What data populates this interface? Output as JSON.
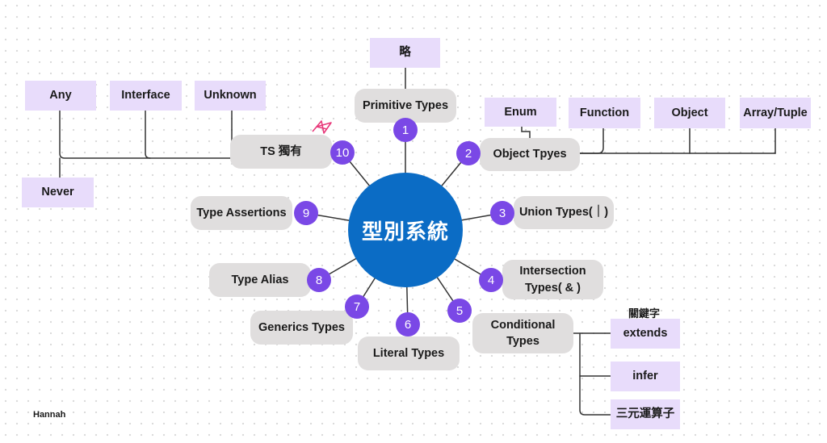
{
  "center": {
    "title": "型別系統"
  },
  "branches": [
    {
      "num": "1",
      "label": "Primitive Types"
    },
    {
      "num": "2",
      "label": "Object Tpyes"
    },
    {
      "num": "3",
      "label": "Union Types(｜)"
    },
    {
      "num": "4",
      "label_line1": "Intersection",
      "label_line2": "Types( & )"
    },
    {
      "num": "5",
      "label_line1": "Conditional",
      "label_line2": "Types"
    },
    {
      "num": "6",
      "label": "Literal Types"
    },
    {
      "num": "7",
      "label": "Generics Types"
    },
    {
      "num": "8",
      "label": "Type Alias"
    },
    {
      "num": "9",
      "label": "Type Assertions"
    },
    {
      "num": "10",
      "label": "TS 獨有"
    }
  ],
  "primitive_children": [
    "略"
  ],
  "object_children": [
    "Enum",
    "Function",
    "Object",
    "Array/Tuple"
  ],
  "conditional_keyword_label": "關鍵字",
  "conditional_children": [
    "extends",
    "infer",
    "三元運算子"
  ],
  "ts_children": [
    "Any",
    "Interface",
    "Unknown",
    "Never"
  ],
  "author": "Hannah",
  "colors": {
    "center": "#0b6cc5",
    "badge": "#7a48e6",
    "node_grey": "#e0dede",
    "leaf_purple": "#e8dcfb",
    "star": "#e8397a"
  }
}
